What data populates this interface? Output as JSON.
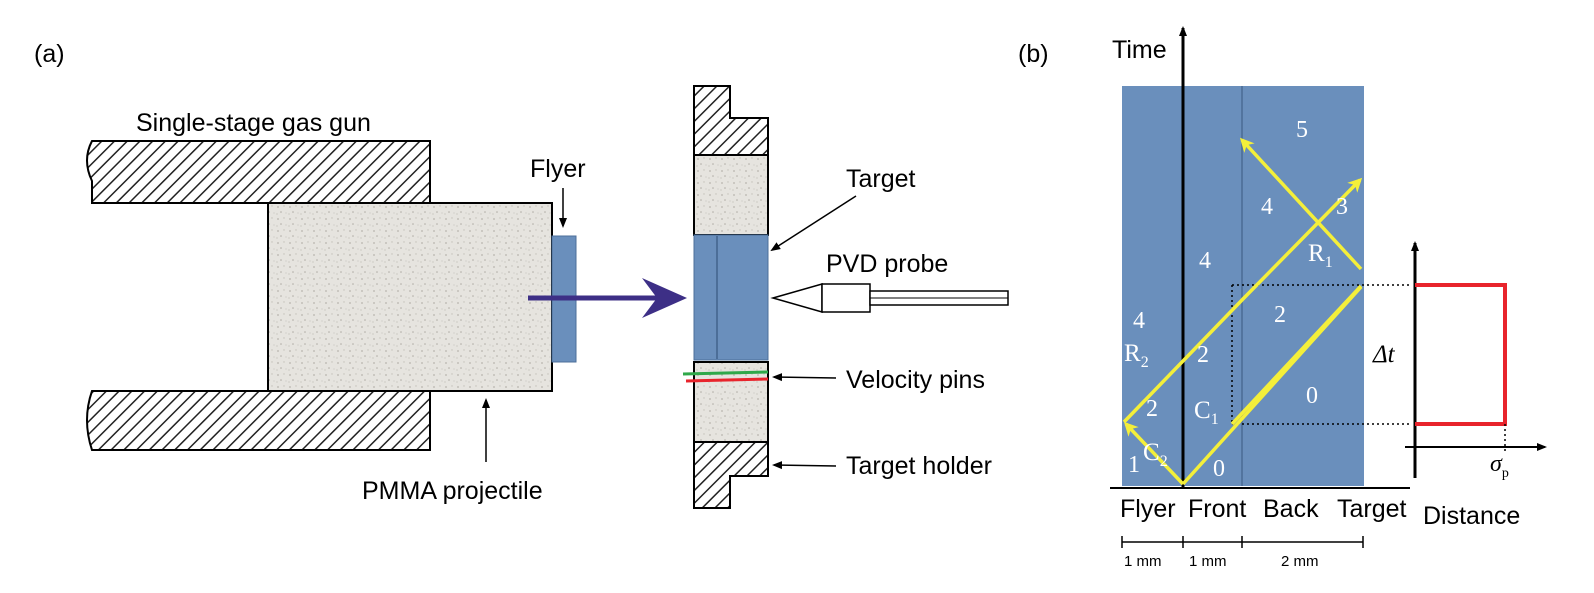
{
  "panel_a": {
    "label": "(a)",
    "gun_label": "Single-stage gas gun",
    "flyer_label": "Flyer",
    "target_label": "Target",
    "probe_label": "PVD probe",
    "pins_label": "Velocity pins",
    "holder_label": "Target holder",
    "projectile_label": "PMMA projectile"
  },
  "panel_b": {
    "label": "(b)",
    "y_axis_label": "Time",
    "x_axis_label": "Distance",
    "regions": {
      "flyer": "Flyer",
      "front": "Front",
      "back": "Back",
      "target": "Target"
    },
    "thickness": [
      "1 mm",
      "1 mm",
      "2 mm"
    ],
    "zones": {
      "z5": "5",
      "z4a": "4",
      "z3": "3",
      "z4b": "4",
      "z2a": "2",
      "z4c": "4",
      "z2b": "2",
      "z2c": "2",
      "z0a": "0",
      "z1": "1",
      "z0b": "0"
    },
    "waves": {
      "r1": "R",
      "r1_sub": "1",
      "r2": "R",
      "r2_sub": "2",
      "c1": "C",
      "c1_sub": "1",
      "c2": "C",
      "c2_sub": "2"
    },
    "inset": {
      "y_label": "Δt",
      "x_label": "σ",
      "x_sub": "p"
    },
    "colors": {
      "material": "#6a8fbc",
      "wave": "#f4ef3a",
      "pulse": "#e8242c",
      "arrow": "#3d2f86"
    }
  }
}
